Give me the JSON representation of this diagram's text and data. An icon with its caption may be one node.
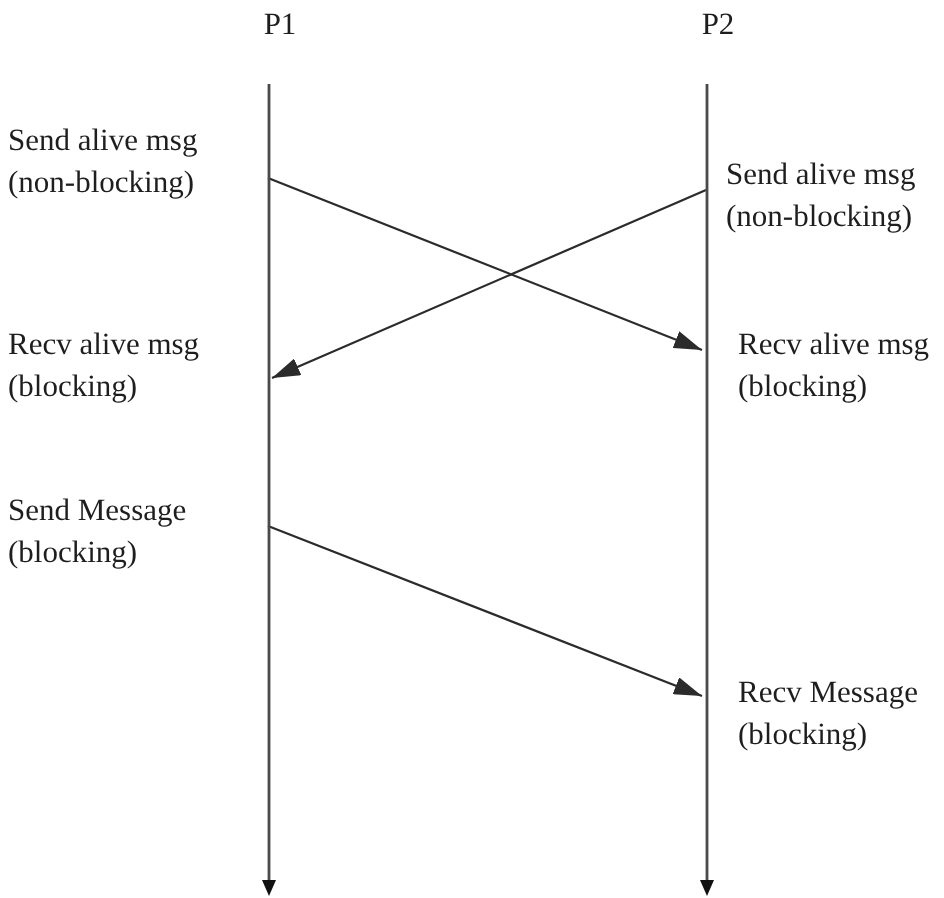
{
  "diagram": {
    "nodes": [
      {
        "text": [
          "P1"
        ],
        "beside": [
          "Send alive msg (non-blocking)",
          "Recv alive msg (blocking)",
          "Send Message (blocking)"
        ]
      },
      {
        "text": [
          "P2"
        ],
        "beside": [
          "Send alive msg (non-blocking)",
          "Recv alive msg (blocking)",
          "Recv Message (blocking)"
        ]
      }
    ],
    "edges": [
      {
        "from": 0,
        "to": 1,
        "arrow": "to"
      },
      {
        "from": 1,
        "to": 0,
        "arrow": "to"
      },
      {
        "from": 0,
        "to": 1,
        "arrow": "to"
      }
    ]
  }
}
